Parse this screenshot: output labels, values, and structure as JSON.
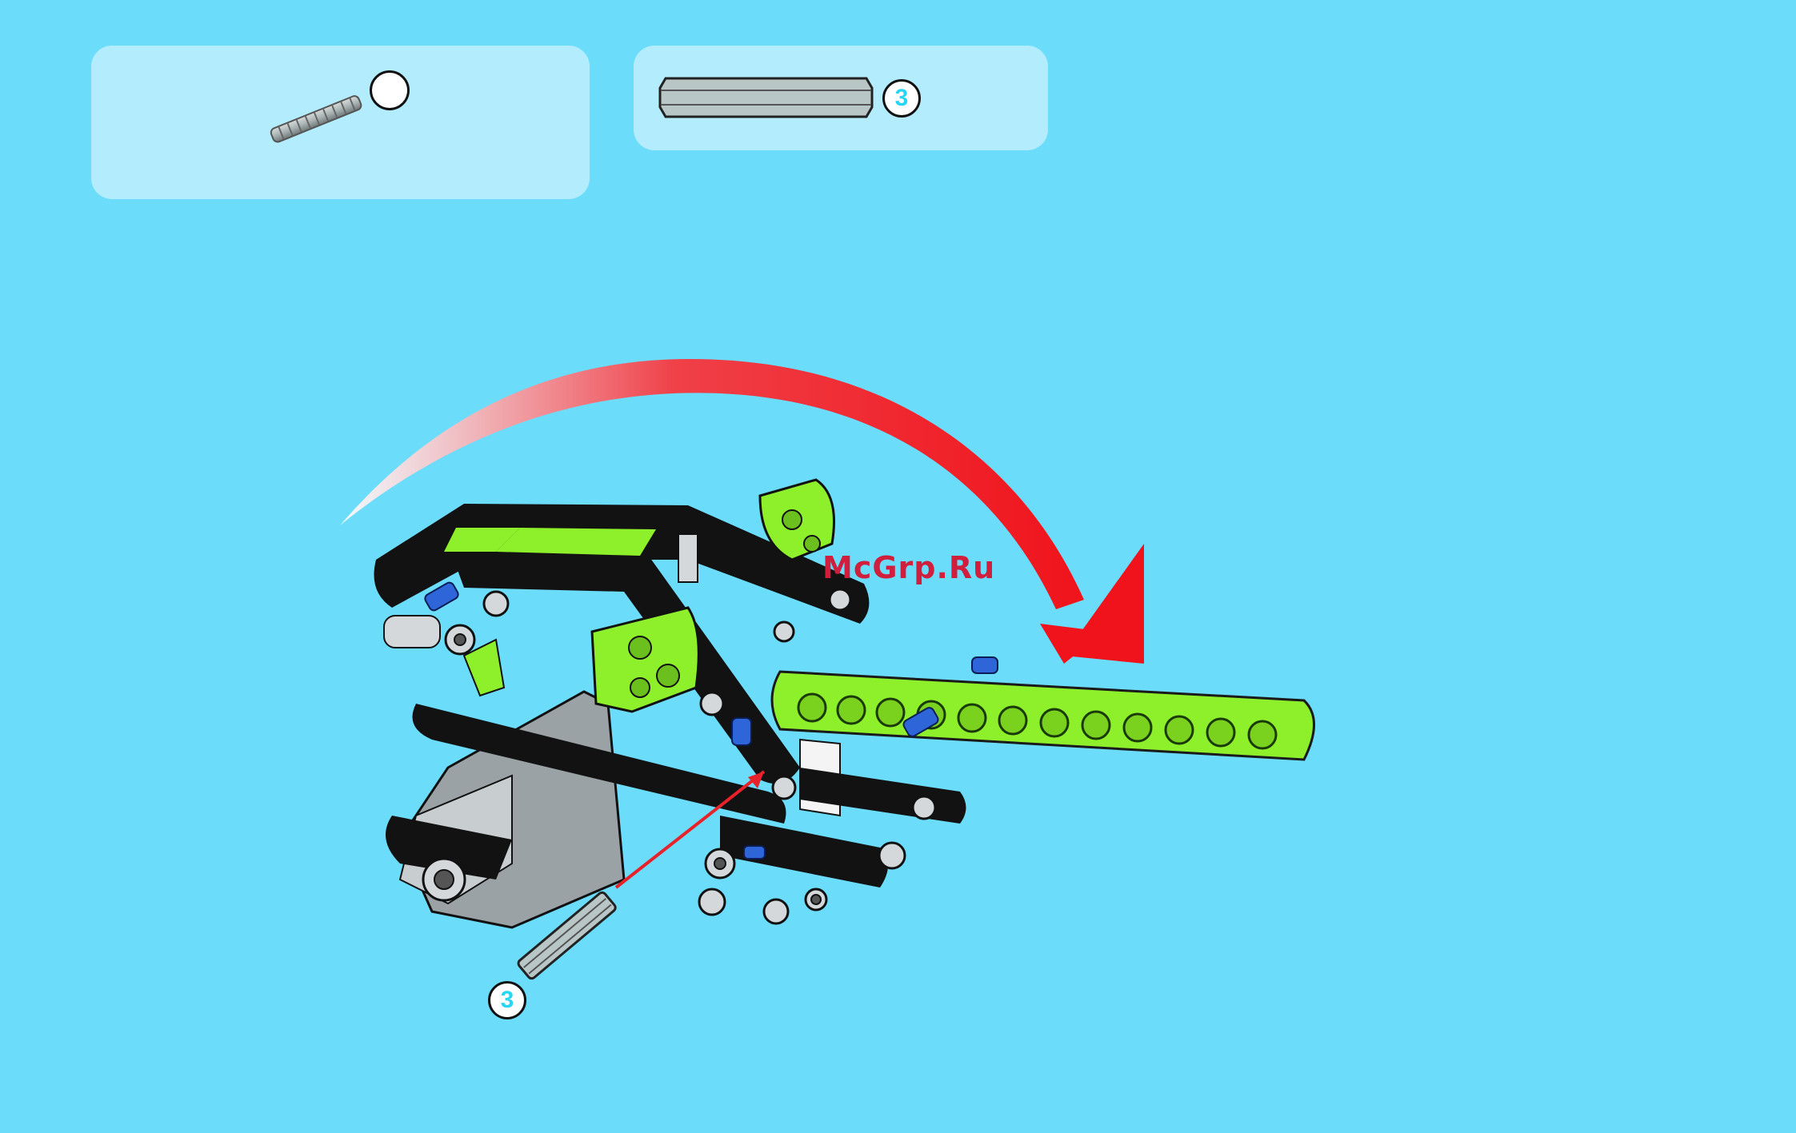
{
  "parts_panel_1": {
    "part_icon": "short-axle-icon",
    "quantity": ""
  },
  "parts_panel_2": {
    "part_icon": "long-axle-icon",
    "quantity": "3"
  },
  "callout": {
    "part_icon": "axle-callout-icon",
    "quantity": "3"
  },
  "watermark": "McGrp.Ru",
  "colors": {
    "background": "#6cdcfb",
    "panel": "#b2ecfd",
    "lime": "#8ef02a",
    "black": "#111111",
    "arrow_red": "#f0131b",
    "badge_text": "#27d6f2"
  }
}
